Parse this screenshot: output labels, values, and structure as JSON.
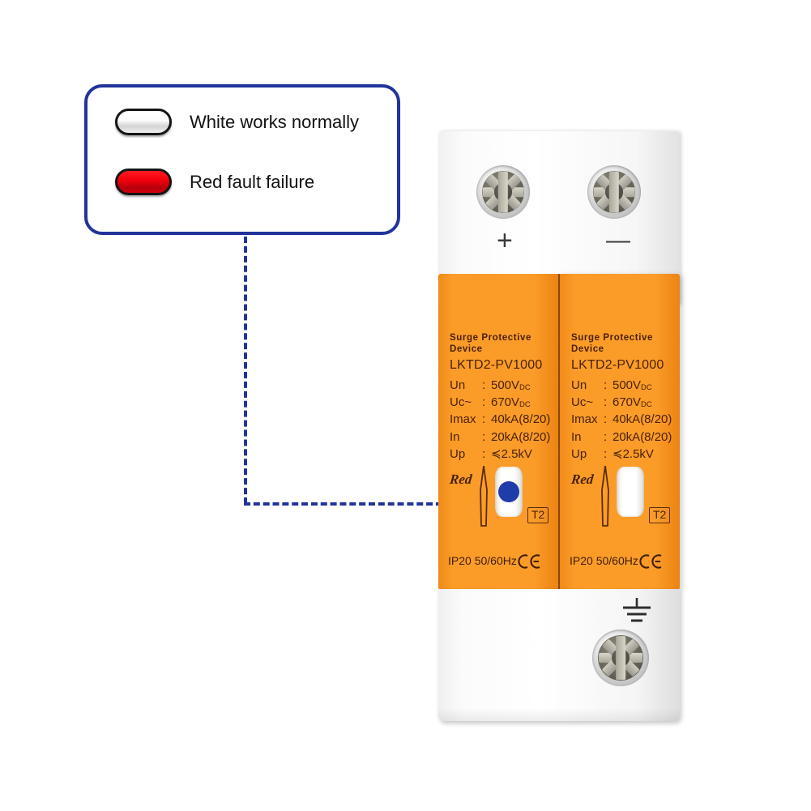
{
  "legend": {
    "name": "status-indicator-legend",
    "border_color": "#22339c",
    "rows": [
      {
        "indicator": "white-indicator",
        "color": "#ffffff",
        "label": "White works normally"
      },
      {
        "indicator": "red-indicator",
        "color": "#f5000c",
        "label": "Red fault failure"
      }
    ]
  },
  "device": {
    "name": "surge-protective-device",
    "body_color": "#fb9c28",
    "base_color": "#ffffff",
    "terminals": {
      "positive": "+",
      "negative": "—",
      "earth_symbol": "earth-ground-symbol"
    },
    "modules": [
      {
        "title_line1": "Surge Protective",
        "title_line2": "Device",
        "model": "LKTD2-PV1000",
        "specs": [
          {
            "key": "Un",
            "colon": ":",
            "value": "500V",
            "unit": "DC"
          },
          {
            "key": "Uc~",
            "colon": ":",
            "value": "670V",
            "unit": "DC"
          },
          {
            "key": "Imax",
            "colon": ":",
            "value": "40kA(8/20)",
            "unit": ""
          },
          {
            "key": "In",
            "colon": ":",
            "value": "20kA(8/20)",
            "unit": ""
          },
          {
            "key": "Up",
            "colon": ":",
            "value": "≼2.5kV",
            "unit": ""
          }
        ],
        "red_marker": "Red",
        "type_class": "T2",
        "footer": "IP20 50/60Hz",
        "certification": "CE",
        "status_window_state": "highlighted",
        "status_dot_color": "#1f3da8"
      },
      {
        "title_line1": "Surge Protective",
        "title_line2": "Device",
        "model": "LKTD2-PV1000",
        "specs": [
          {
            "key": "Un",
            "colon": ":",
            "value": "500V",
            "unit": "DC"
          },
          {
            "key": "Uc~",
            "colon": ":",
            "value": "670V",
            "unit": "DC"
          },
          {
            "key": "Imax",
            "colon": ":",
            "value": "40kA(8/20)",
            "unit": ""
          },
          {
            "key": "In",
            "colon": ":",
            "value": "20kA(8/20)",
            "unit": ""
          },
          {
            "key": "Up",
            "colon": ":",
            "value": "≼2.5kV",
            "unit": ""
          }
        ],
        "red_marker": "Red",
        "type_class": "T2",
        "footer": "IP20 50/60Hz",
        "certification": "CE",
        "status_window_state": "white",
        "status_dot_color": ""
      }
    ]
  },
  "leader_line": {
    "name": "callout-leader-line",
    "color": "#22339c",
    "style": "dashed"
  }
}
